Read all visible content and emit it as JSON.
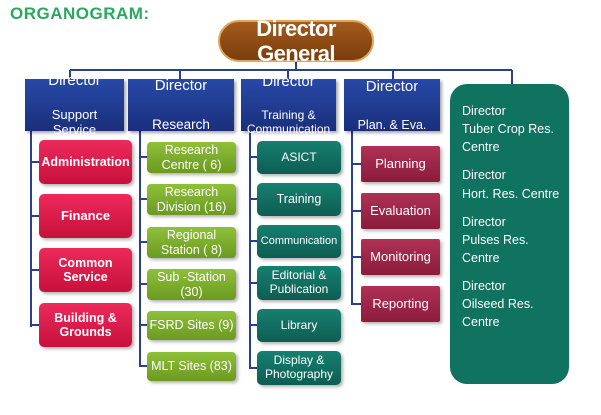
{
  "title": "ORGANOGRAM:",
  "root": "Director General",
  "departments": {
    "support": {
      "line1": "Director",
      "line2": "Support\nService",
      "units": [
        "Administration",
        "Finance",
        "Common\nService",
        "Building &\nGrounds"
      ]
    },
    "research": {
      "line1": "Director",
      "line2": "Research",
      "units": [
        "Research\nCentre ( 6)",
        "Research\nDivision (16)",
        "Regional\nStation ( 8)",
        "Sub -Station\n(30)",
        "FSRD Sites (9)",
        "MLT Sites (83)"
      ]
    },
    "training": {
      "line1": "Director",
      "line2": "Training &\nCommunication",
      "units": [
        "ASICT",
        "Training",
        "Communication",
        "Editorial &\nPublication",
        "Library",
        "Display &\nPhotography"
      ]
    },
    "planning": {
      "line1": "Director",
      "line2": "Plan. & Eva.",
      "units": [
        "Planning",
        "Evaluation",
        "Monitoring",
        "Reporting"
      ]
    }
  },
  "centres": [
    "Director\nTuber Crop Res.\nCentre",
    "Director\nHort. Res. Centre",
    "Director\nPulses Res.\nCentre",
    "Director\nOilseed Res.\nCentre"
  ],
  "colors": {
    "title": "#2aa860",
    "root": "#8b4a14",
    "header": "#1f3a93",
    "support_units": "#e01f4f",
    "research_units": "#7fb02e",
    "training_units": "#0f6e60",
    "planning_units": "#9b2548",
    "centres_panel": "#0f7360",
    "connector": "#2a3f8f"
  }
}
